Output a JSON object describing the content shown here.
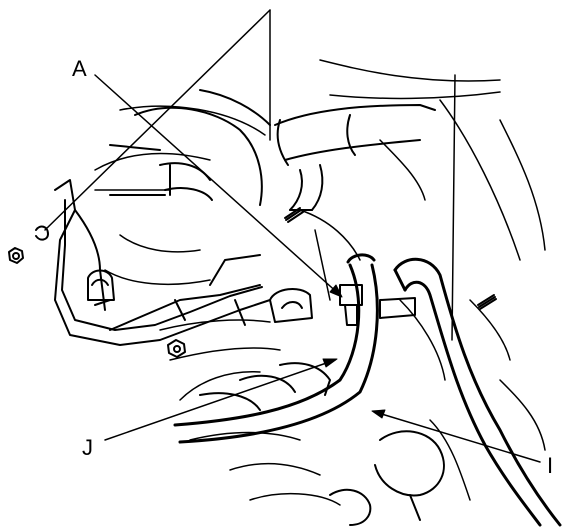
{
  "callouts": {
    "a": "A",
    "j": "J",
    "i": "I"
  },
  "colors": {
    "ink": "#000000",
    "paper": "#ffffff"
  }
}
